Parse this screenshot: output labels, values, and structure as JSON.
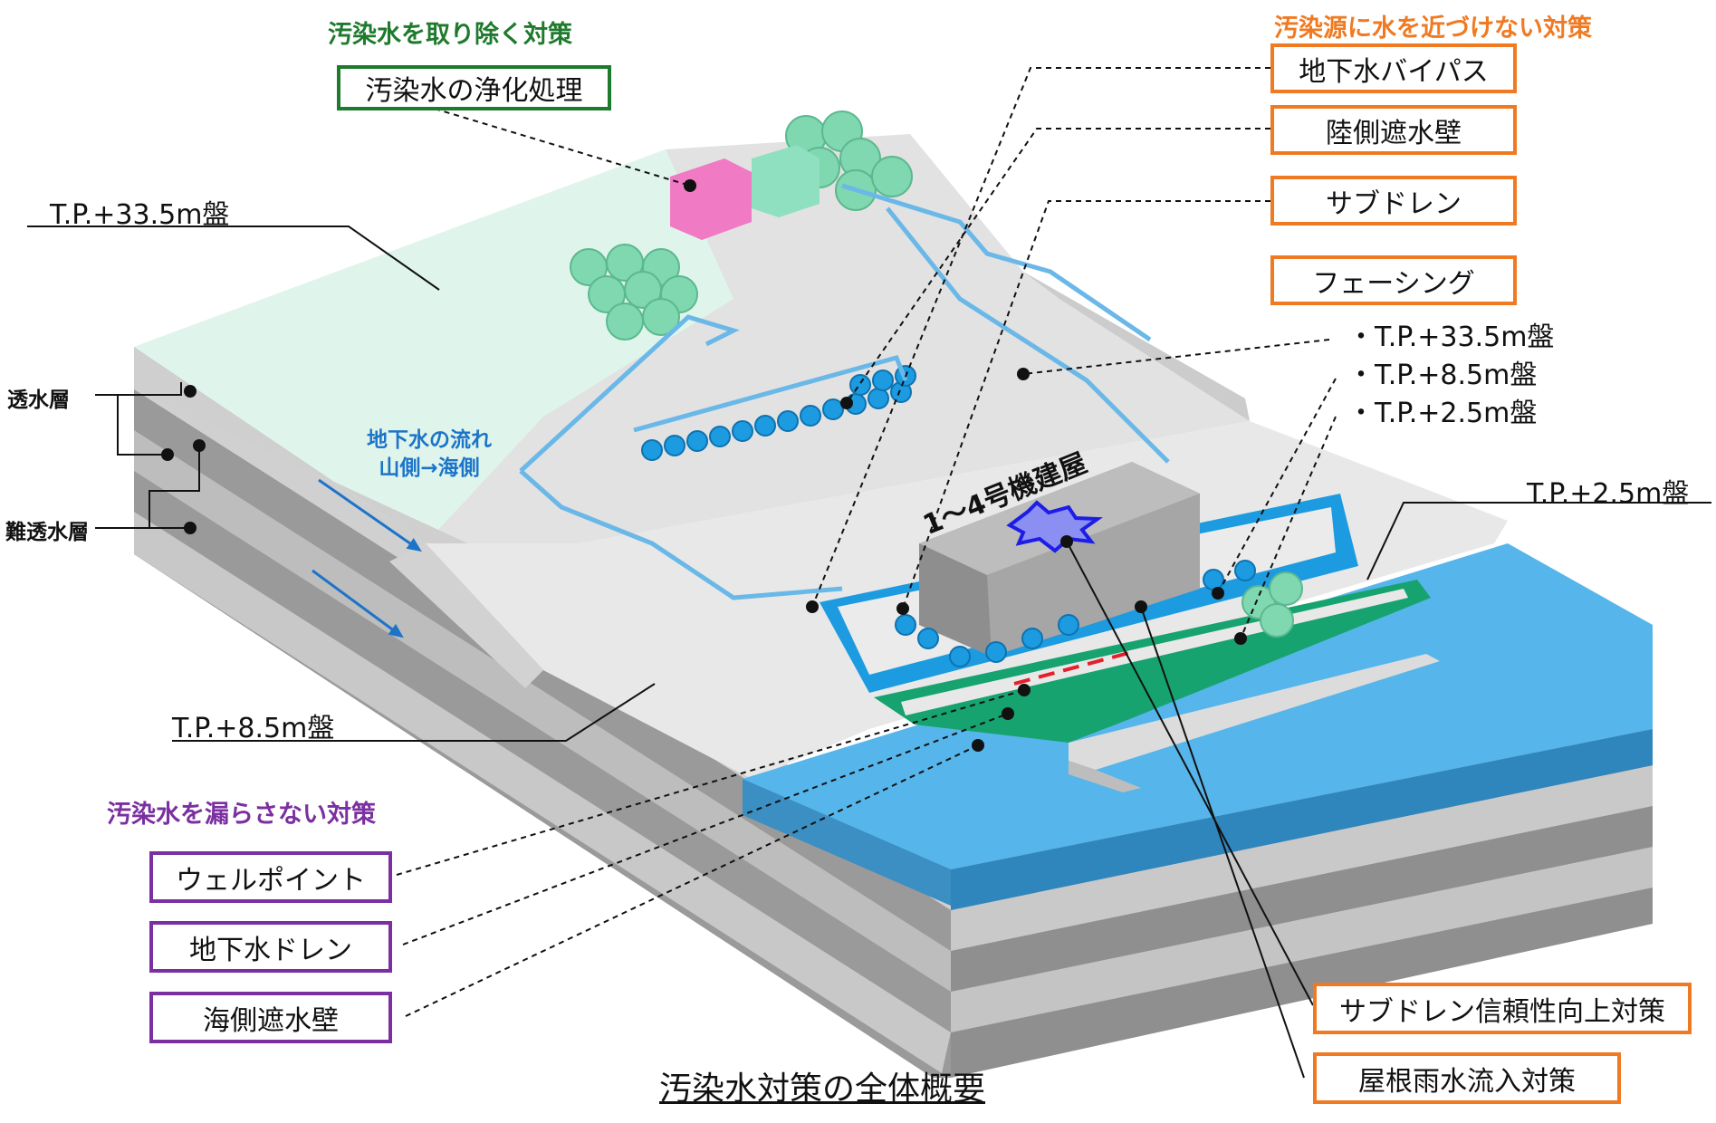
{
  "caption": "汚染水対策の全体概要",
  "remove_group": {
    "heading": "汚染水を取り除く対策",
    "items": [
      "汚染水の浄化処理"
    ]
  },
  "keep_away_group": {
    "heading": "汚染源に水を近づけない対策",
    "items": [
      "地下水バイパス",
      "陸側遮水壁",
      "サブドレン",
      "フェーシング"
    ],
    "facing_levels": [
      "・T.P.+33.5m盤",
      "・T.P.+8.5m盤",
      "・T.P.+2.5m盤"
    ]
  },
  "prevent_leak_group": {
    "heading": "汚染水を漏らさない対策",
    "items": [
      "ウェルポイント",
      "地下水ドレン",
      "海側遮水壁"
    ]
  },
  "bottom_right_items": [
    "サブドレン信頼性向上対策",
    "屋根雨水流入対策"
  ],
  "terrain_labels": {
    "tp_33_5": "T.P.+33.5m盤",
    "tp_8_5": "T.P.+8.5m盤",
    "tp_2_5": "T.P.+2.5m盤"
  },
  "layer_labels": {
    "permeable": "透水層",
    "impermeable": "難透水層"
  },
  "flow_label": {
    "line1": "地下水の流れ",
    "line2": "山側→海側"
  },
  "building_label": "1～4号機建屋",
  "colors": {
    "orange": "#f07a22",
    "green": "#1e7a2c",
    "purple": "#7b2fa0",
    "water_blue": "#4fb1e6",
    "pipe_blue": "#6ab8e8",
    "tank_green": "#7fd8b0"
  }
}
